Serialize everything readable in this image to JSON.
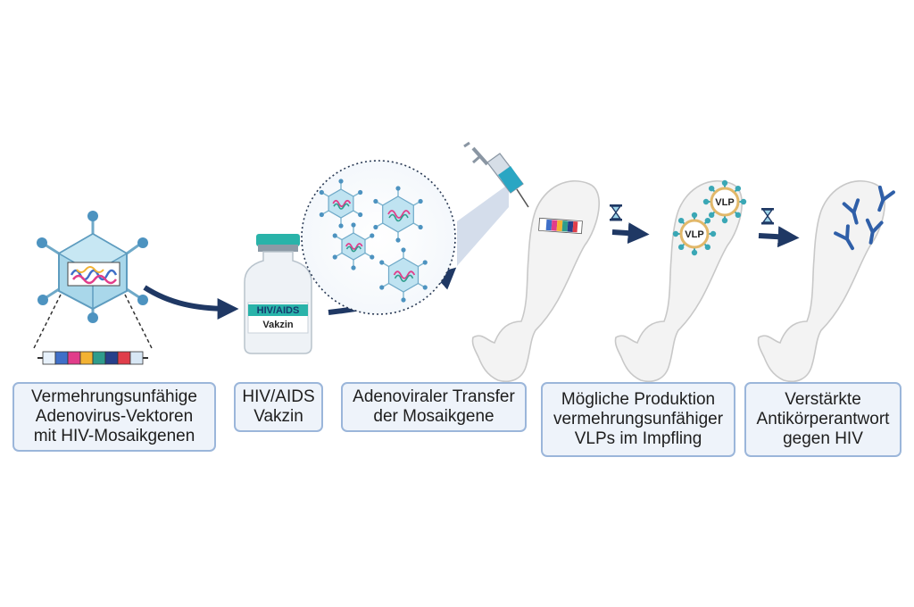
{
  "steps": [
    {
      "lines": [
        "Vermehrungsunfähige",
        "Adenovirus-Vektoren",
        "mit HIV-Mosaikgenen"
      ]
    },
    {
      "lines": [
        "HIV/AIDS",
        "Vakzin"
      ]
    },
    {
      "lines": [
        "Adenoviraler Transfer",
        "der Mosaikgene"
      ]
    },
    {
      "lines": [
        "Mögliche Produktion",
        "vermehrungsunfähiger",
        "VLPs im Impfling"
      ]
    },
    {
      "lines": [
        "Verstärkte",
        "Antikörperantwort",
        "gegen HIV"
      ]
    }
  ],
  "vial": {
    "label_line1": "HIV/AIDS",
    "label_line2": "Vakzin"
  },
  "vlp_label": "VLP",
  "gene_segment_colors": [
    "#e7f1fb",
    "#3f6fc8",
    "#e13d8a",
    "#f2b233",
    "#2f9c8c",
    "#27408b",
    "#e03e4a",
    "#d8e7f5"
  ],
  "colors": {
    "arrow": "#1f3864",
    "caption_border": "#9bb6da",
    "caption_fill": "#eef3fa",
    "virus": "#8fc4da",
    "antibody": "#2f5fa8"
  },
  "icons": [
    "adenovirus-icon",
    "vaccine-vial-icon",
    "syringe-icon",
    "hourglass-icon",
    "arm-icon",
    "vlp-particle-icon",
    "antibody-icon"
  ]
}
